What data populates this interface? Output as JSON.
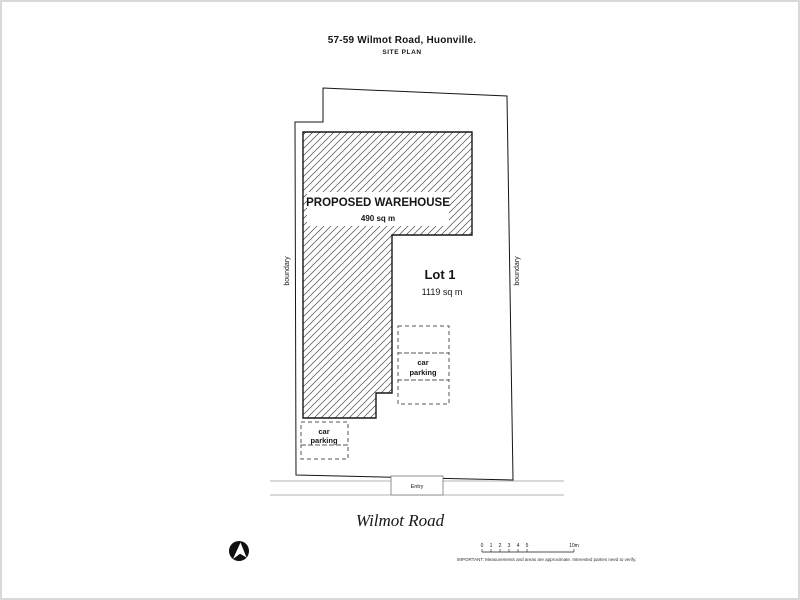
{
  "page": {
    "title": "57-59 Wilmot Road, Huonville.",
    "subtitle": "SITE PLAN"
  },
  "warehouse": {
    "label": "PROPOSED WAREHOUSE",
    "area": "490 sq m"
  },
  "lot": {
    "label": "Lot 1",
    "area": "1119 sq m"
  },
  "labels": {
    "boundary_left": "boundary",
    "boundary_right": "boundary",
    "entry": "Entry",
    "road": "Wilmot Road"
  },
  "parking_right": {
    "line1": "car",
    "line2": "parking"
  },
  "parking_left": {
    "line1": "car",
    "line2": "parking"
  },
  "scale": {
    "ticks": [
      "0",
      "1",
      "2",
      "3",
      "4",
      "5"
    ],
    "end_label": "10m",
    "disclaimer": "IMPORTANT: Measurements and areas are approximate. Interested parties need to verify."
  },
  "colors": {
    "ink": "#161616",
    "hatch": "#4a4a4a",
    "dashed": "#555555",
    "road_line": "#9a9a9a"
  }
}
